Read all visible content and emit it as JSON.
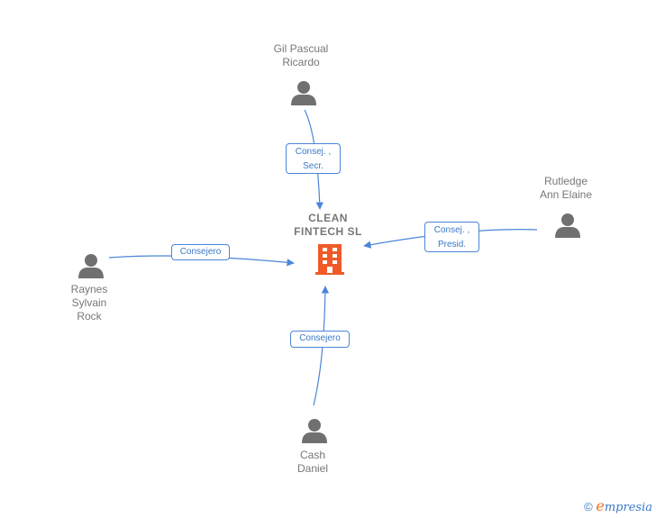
{
  "company": {
    "name_line1": "CLEAN",
    "name_line2": "FINTECH  SL",
    "icon": "building-icon",
    "color": "#f05a28"
  },
  "people": [
    {
      "id": "gil",
      "line1": "Gil Pascual",
      "line2": "Ricardo",
      "line3": "",
      "icon": "person-icon"
    },
    {
      "id": "rutledge",
      "line1": "Rutledge",
      "line2": "Ann Elaine",
      "line3": "",
      "icon": "person-icon"
    },
    {
      "id": "raynes",
      "line1": "Raynes",
      "line2": "Sylvain",
      "line3": "Rock",
      "icon": "person-icon"
    },
    {
      "id": "cash",
      "line1": "Cash",
      "line2": "Daniel",
      "line3": "",
      "icon": "person-icon"
    }
  ],
  "edges": [
    {
      "from": "gil",
      "line1": "Consej. ,",
      "line2": "Secr."
    },
    {
      "from": "rutledge",
      "line1": "Consej. ,",
      "line2": "Presid."
    },
    {
      "from": "raynes",
      "line1": "Consejero",
      "line2": ""
    },
    {
      "from": "cash",
      "line1": "Consejero",
      "line2": ""
    }
  ],
  "colors": {
    "edge": "#4a86d8",
    "person": "#707070",
    "text": "#777777"
  },
  "footer": {
    "copyright": "©",
    "brand_initial": "e",
    "brand_rest": "mpresia"
  }
}
